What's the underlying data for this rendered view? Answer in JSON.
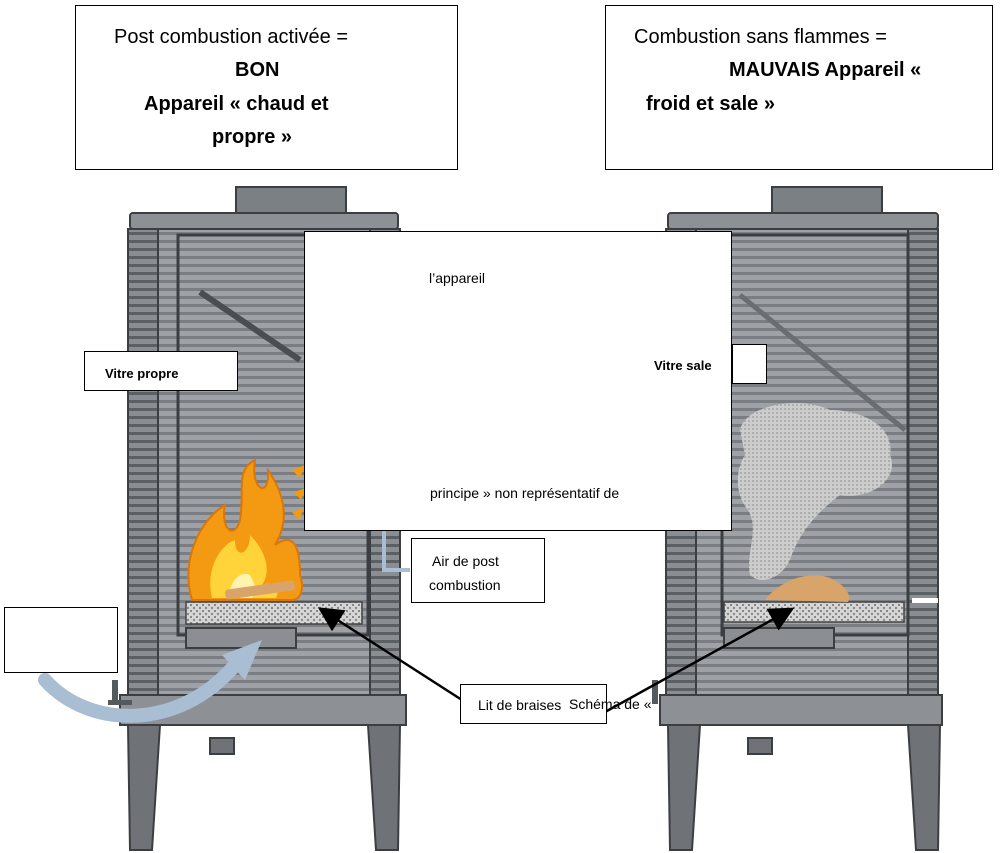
{
  "left_title": {
    "line1": "Post combustion activée =",
    "line2": "BON",
    "line3": "Appareil « chaud et",
    "line4": "propre »"
  },
  "right_title": {
    "line1": "Combustion sans flammes =",
    "line2": "MAUVAIS Appareil «",
    "line3": "froid et sale »"
  },
  "labels": {
    "vitre_propre": "Vitre propre",
    "vitre_sale": "Vitre sale",
    "air_post_1": "Air de post",
    "air_post_2": "combustion",
    "lit_braises": "Lit de braises",
    "schema_de": "Schéma de «",
    "center_top": "l’appareil",
    "center_bottom": "principe » non représentatif de",
    "empty_box": ""
  },
  "colors": {
    "stove_dark": "#555a5f",
    "stove_mid": "#7d8287",
    "stove_light": "#a8acb0",
    "flame_orange": "#f39a12",
    "flame_yellow": "#ffd43a",
    "air_arrow": "#a9bdd3",
    "smoke": "#c8c8c8"
  }
}
